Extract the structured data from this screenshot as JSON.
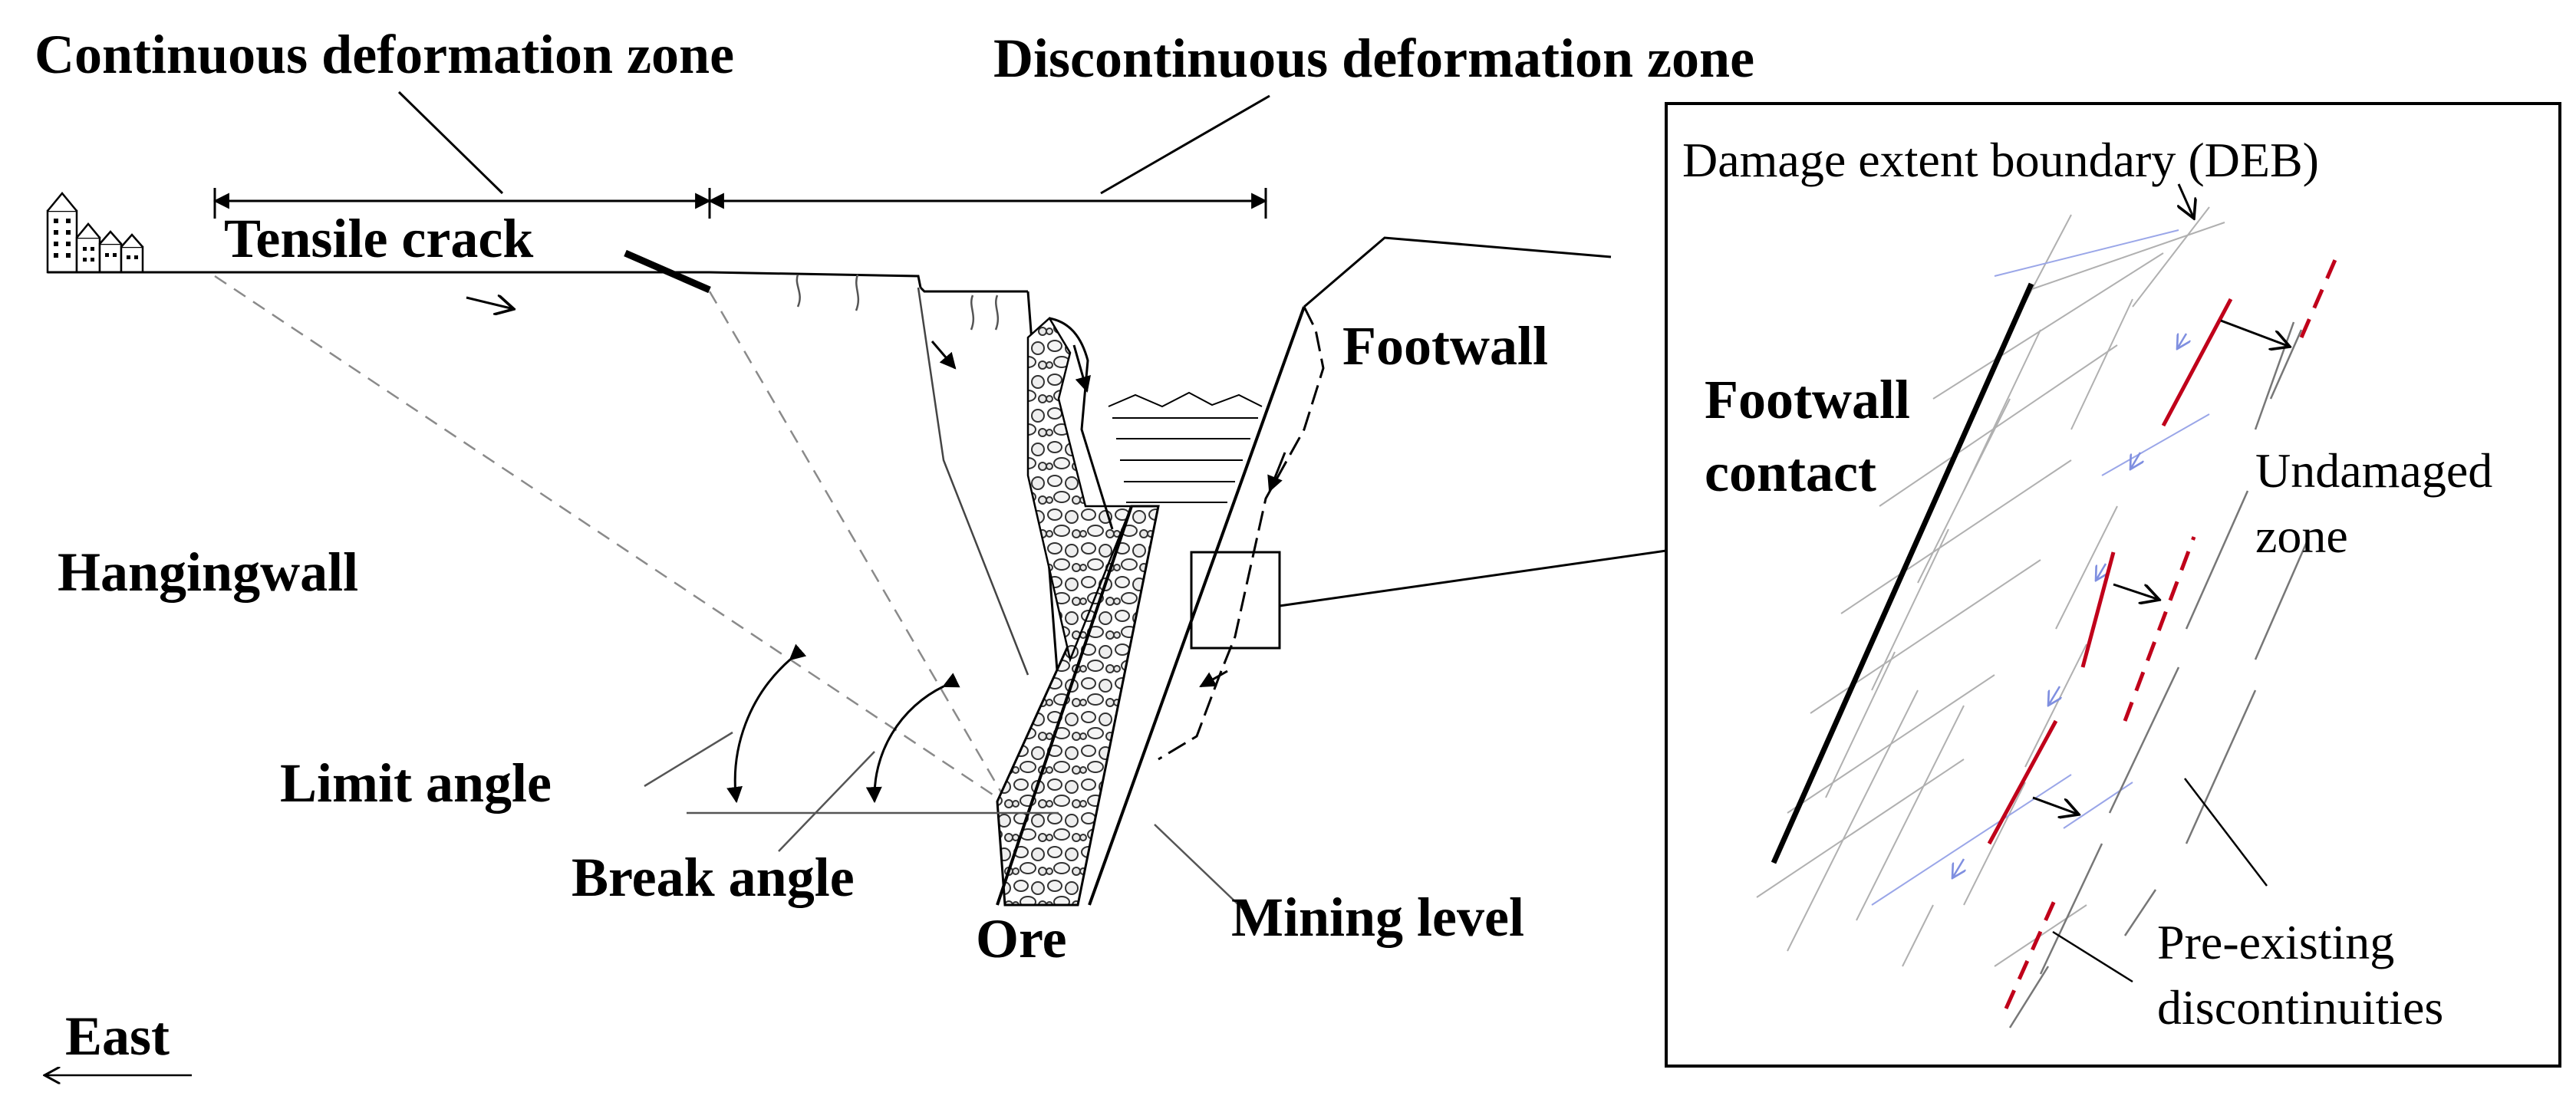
{
  "labels": {
    "continuous_zone": "Continuous deformation zone",
    "discontinuous_zone": "Discontinuous deformation zone",
    "tensile_crack": "Tensile crack",
    "footwall": "Footwall",
    "hangingwall": "Hangingwall",
    "limit_angle": "Limit angle",
    "break_angle": "Break angle",
    "ore": "Ore",
    "mining_level": "Mining level",
    "east": "East"
  },
  "inset": {
    "deb": "Damage extent boundary (DEB)",
    "footwall_contact_line1": "Footwall",
    "footwall_contact_line2": "contact",
    "undamaged_line1": "Undamaged",
    "undamaged_line2": "zone",
    "preexisting_line1": "Pre-existing",
    "preexisting_line2": "discontinuities"
  },
  "colors": {
    "line": "#000000",
    "dashed_guide": "#8a8a8a",
    "deb_red": "#c0001a",
    "joint_blue": "#9aa6e8",
    "joint_gray": "#b0b0b0"
  }
}
